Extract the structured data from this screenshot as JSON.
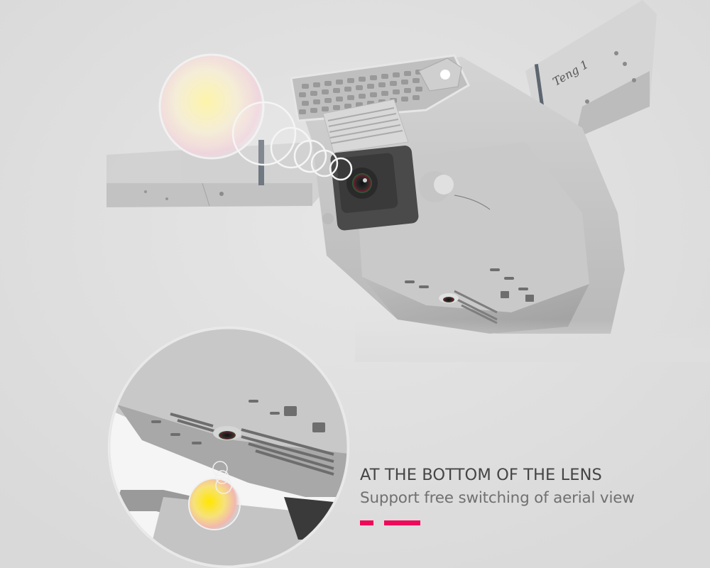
{
  "image": {
    "subject": "foldable drone underside with front camera and bottom optical-flow lens",
    "background_color": "#dedede",
    "arm_label_text": "Teng 1"
  },
  "caption": {
    "headline": "AT THE BOTTOM OF THE LENS",
    "subline": "Support free switching of aerial view",
    "accent_color": "#f0085a",
    "headline_color": "#454545",
    "subline_color": "#707070"
  },
  "inset": {
    "description": "circular close-up of bottom lens with yellow light sensor"
  }
}
